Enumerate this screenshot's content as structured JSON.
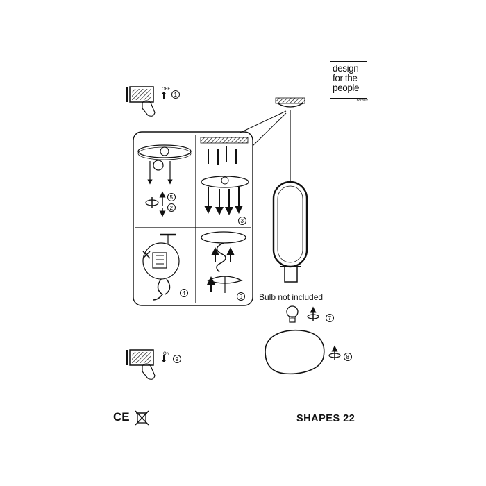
{
  "logo": {
    "line1": "design",
    "line2": "for the",
    "line3": "people",
    "subbrand": "nordlux"
  },
  "product_name": "SHAPES 22",
  "bulb_note": "Bulb not included",
  "compliance_marks": "CE",
  "switch_off_label": "OFF",
  "switch_on_label": "ON",
  "steps": [
    "1",
    "2",
    "3",
    "4",
    "5",
    "6",
    "7",
    "8",
    "9"
  ]
}
